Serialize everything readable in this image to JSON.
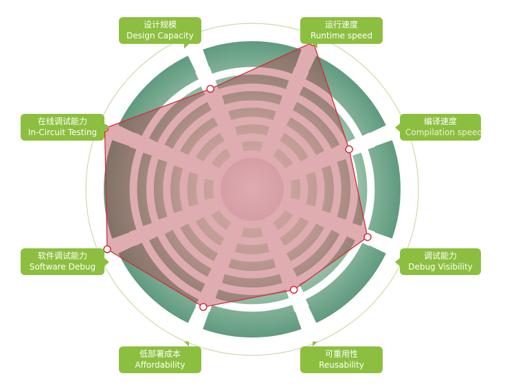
{
  "chart_data": {
    "type": "radar",
    "axes": [
      {
        "zh": "运行速度",
        "en": "Runtime speed"
      },
      {
        "zh": "编译速度",
        "en": "Compilation speed"
      },
      {
        "zh": "调试能力",
        "en": "Debug Visibility"
      },
      {
        "zh": "可重用性",
        "en": "Reusability"
      },
      {
        "zh": "低部署成本",
        "en": "Affordability"
      },
      {
        "zh": "软件调试能力",
        "en": "Software Debug"
      },
      {
        "zh": "在线调试能力",
        "en": "In-Circuit Testing"
      },
      {
        "zh": "设计规模",
        "en": "Design Capacity"
      }
    ],
    "values": [
      0.96,
      0.55,
      0.7,
      0.58,
      0.72,
      0.94,
      0.96,
      0.58
    ],
    "range": [
      0,
      1
    ],
    "rings": 7
  },
  "colors": {
    "label_bg": "#8cbf3f",
    "band_dark": "#5f9a7f",
    "band_light": "#cfe6cf",
    "outline": "#c8dba2",
    "polygon_stroke": "#d5283b",
    "polygon_fill": "#b03a45"
  }
}
